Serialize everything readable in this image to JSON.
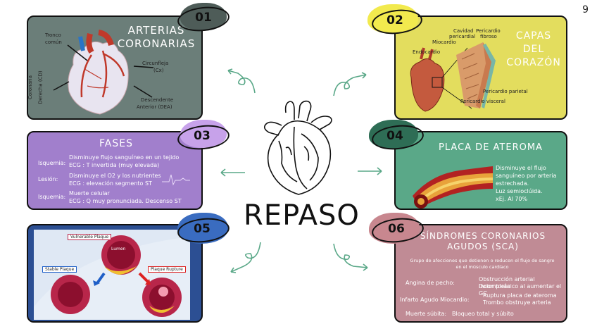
{
  "page_number": "9",
  "center_title": "REPASO",
  "colors": {
    "c1": "#6b7e79",
    "c2": "#e3dd5e",
    "c3": "#a17fcc",
    "c4": "#5aa888",
    "c5": "#2c4f93",
    "c6": "#c08b95",
    "blob1": "#4e5c58",
    "blob2": "#f2ea4e",
    "blob3": "#c7a2ea",
    "blob4": "#2e6d55",
    "blob5": "#3a6cc0",
    "blob6": "#c8878f"
  },
  "card1": {
    "num": "01",
    "title_line1": "ARTERIAS",
    "title_line2": "CORONARIAS",
    "labels": {
      "tronco": "Tronco",
      "comun": "común",
      "circ1": "Circunfleja",
      "circ2": "(Cx)",
      "desc1": "Descendente",
      "desc2": "Anterior (DEA)",
      "cd1": "Coronaria",
      "cd2": "Derecha (CD)"
    }
  },
  "card2": {
    "num": "02",
    "title_line1": "CAPAS",
    "title_line2": "DEL",
    "title_line3": "CORAZÓN",
    "labels": {
      "cav1": "Cavidad",
      "cav2": "pericardial",
      "per1": "Pericardio",
      "per2": "fibroso",
      "mio": "Miocardio",
      "endo": "Endocardio",
      "parietal": "Pericardio parietal",
      "visceral": "Pericardio visceral"
    }
  },
  "card3": {
    "num": "03",
    "title": "FASES",
    "rows": [
      {
        "label": "Isquemia:",
        "line1": "Disminuye flujo sanguíneo en un tejido",
        "line2": "ECG : T invertida (muy elevada)"
      },
      {
        "label": "Lesión:",
        "line1": "Disminuye el O2 y los nutrientes",
        "line2": "ECG : elevación segmento ST"
      },
      {
        "label": "Isquemia:",
        "line1": "Muerte celular",
        "line2": "ECG : Q muy pronunciada. Descenso ST"
      }
    ]
  },
  "card4": {
    "num": "04",
    "title": "PLACA DE ATEROMA",
    "lines": [
      "Disminuye el flujo",
      "sanguíneo por arteria",
      "estrechada.",
      "Luz semioclúida.",
      "xEj. Al 70%"
    ]
  },
  "card5": {
    "num": "05",
    "labels": {
      "vulnerable": "Vulnerable Plaque",
      "lumen": "Lumen",
      "stable": "Stable Plaque",
      "rupture": "Plaque Rupture"
    }
  },
  "card6": {
    "num": "06",
    "title_line1": "SÍNDROMES CORONARIOS",
    "title_line2": "AGUDOS (SCA)",
    "intro1": "Grupo de afecciones que detienen o reducen  el flujo de sangre",
    "intro2": "en el músculo cardíaco",
    "rows": [
      {
        "label": "Angina de pecho:",
        "line1": "Obstrucción arterial incompleta",
        "line2": "Dolor torácico al aumentar el GC"
      },
      {
        "label": "Infarto Agudo Miocardio:",
        "line1": "Ruptura placa de ateroma",
        "line2": "Trombo obstruye arteria"
      },
      {
        "label": "Muerte súbita:",
        "line1": "Bloqueo total y súbito",
        "line2": ""
      }
    ]
  }
}
